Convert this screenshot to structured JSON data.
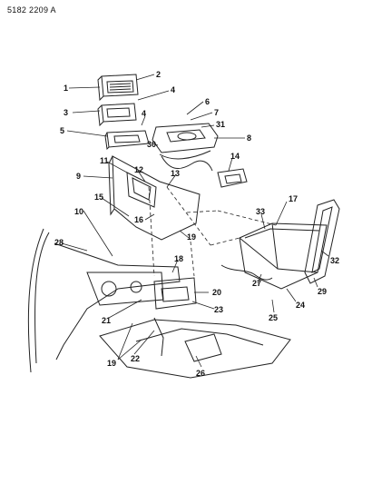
{
  "diagram": {
    "code": "5182 2209 A",
    "callouts": [
      "1",
      "2",
      "3",
      "4",
      "4",
      "5",
      "6",
      "7",
      "8",
      "9",
      "10",
      "11",
      "12",
      "13",
      "14",
      "15",
      "16",
      "17",
      "18",
      "19",
      "19",
      "20",
      "21",
      "22",
      "23",
      "24",
      "25",
      "26",
      "27",
      "28",
      "29",
      "30",
      "31",
      "32",
      "33"
    ]
  }
}
